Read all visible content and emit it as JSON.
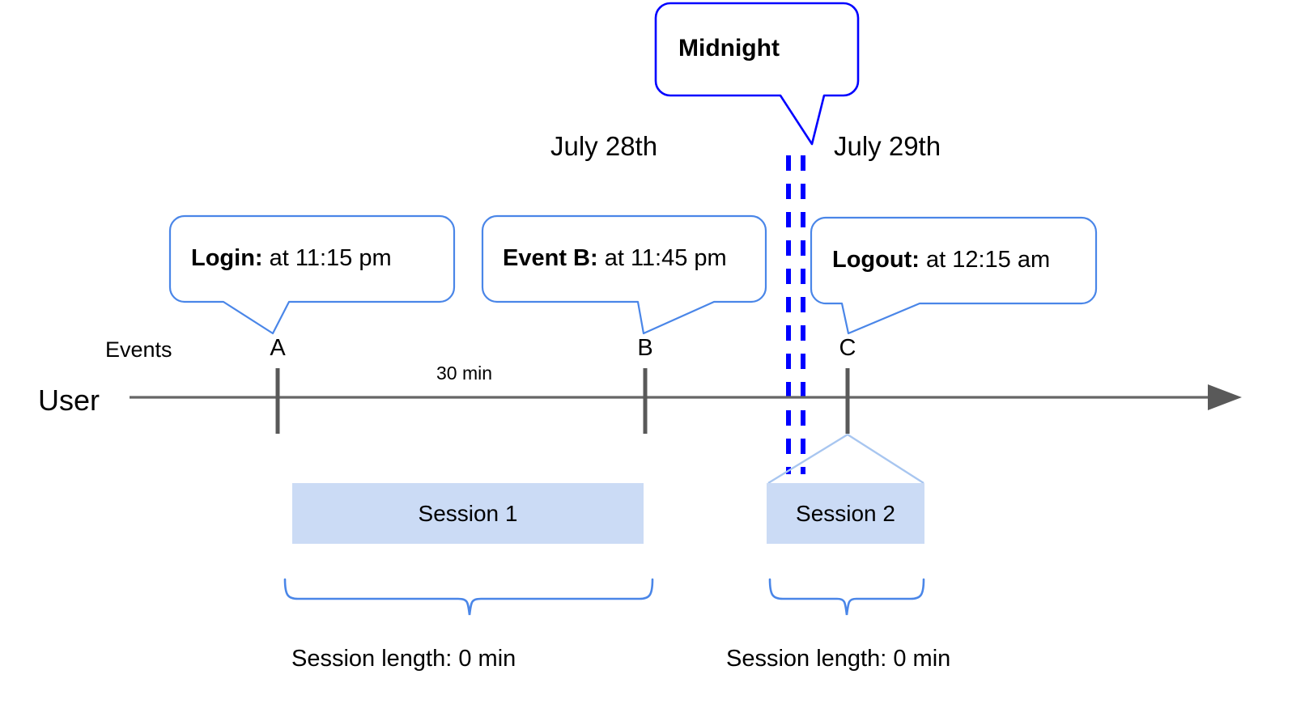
{
  "diagram": {
    "title_note": "User session timeline spanning midnight",
    "colors": {
      "callout_border": "#4a86e8",
      "midnight_border": "#0000ff",
      "midnight_dash": "#0000ff",
      "axis": "#666666",
      "tick": "#595959",
      "session_fill": "#cbdbf5",
      "brace": "#4a86e8",
      "funnel": "#a8c6f0",
      "text": "#000000"
    }
  },
  "midnight_callout": {
    "label": "Midnight"
  },
  "dates": {
    "left": "July 28th",
    "right": "July 29th"
  },
  "callouts": [
    {
      "name": "login",
      "bold": "Login:",
      "rest": " at 11:15 pm"
    },
    {
      "name": "event_b",
      "bold": "Event B:",
      "rest": " at 11:45 pm"
    },
    {
      "name": "logout",
      "bold": "Logout:",
      "rest": " at 12:15 am"
    }
  ],
  "axis": {
    "row_label": "User",
    "events_label": "Events",
    "duration_label": "30 min"
  },
  "events": [
    {
      "id": "A",
      "label": "A"
    },
    {
      "id": "B",
      "label": "B"
    },
    {
      "id": "C",
      "label": "C"
    }
  ],
  "sessions": [
    {
      "id": "session_1",
      "label": "Session 1",
      "length_label": "Session length: 0 min"
    },
    {
      "id": "session_2",
      "label": "Session 2",
      "length_label": "Session length: 0 min"
    }
  ],
  "chart_data": {
    "type": "timeline",
    "title": "User session timeline across midnight boundary",
    "axis_label": "User",
    "series_label": "Events",
    "events": [
      {
        "id": "A",
        "name": "Login",
        "time": "11:15 pm",
        "date": "July 28th"
      },
      {
        "id": "B",
        "name": "Event B",
        "time": "11:45 pm",
        "date": "July 28th"
      },
      {
        "id": "C",
        "name": "Logout",
        "time": "12:15 am",
        "date": "July 29th"
      }
    ],
    "intervals": [
      {
        "from": "A",
        "to": "B",
        "label": "30 min"
      }
    ],
    "boundaries": [
      {
        "label": "Midnight",
        "between": [
          "July 28th",
          "July 29th"
        ]
      }
    ],
    "sessions": [
      {
        "name": "Session 1",
        "from": "A",
        "to": "B",
        "length": "0 min"
      },
      {
        "name": "Session 2",
        "from": "C",
        "to": "C",
        "length": "0 min"
      }
    ]
  }
}
